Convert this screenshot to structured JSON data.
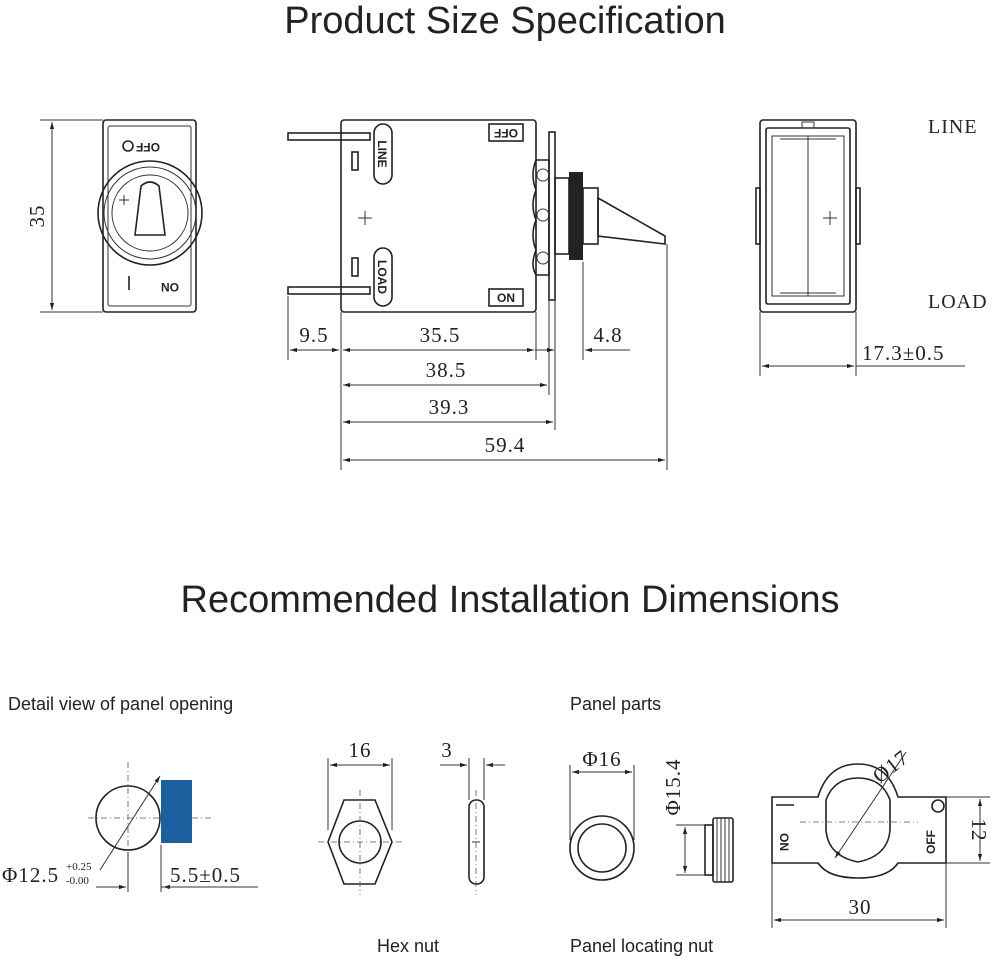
{
  "titles": {
    "product_size": "Product Size Specification",
    "installation": "Recommended Installation Dimensions"
  },
  "captions": {
    "panel_opening": "Detail view of panel opening",
    "panel_parts": "Panel parts",
    "hex_nut": "Hex nut",
    "locating_nut": "Panel locating nut"
  },
  "switch_labels": {
    "off": "OFF",
    "on": "ON",
    "line": "LINE",
    "load": "LOAD",
    "side_line": "LINE",
    "side_load": "LOAD"
  },
  "dimensions": {
    "height": "35",
    "terminal": "9.5",
    "body": "35.5",
    "stem": "4.8",
    "d385": "38.5",
    "d393": "39.3",
    "d594": "59.4",
    "width": "17.3±0.5",
    "opening_dia": "Φ12.5",
    "opening_tol_top": "+0.25",
    "opening_tol_bot": "-0.00",
    "flat": "5.5±0.5",
    "hex_width": "16",
    "hex_thick": "3",
    "loc_dia": "Φ16",
    "loc_height": "Φ15.4",
    "plate_dia": "Ø17",
    "plate_height": "12",
    "plate_width": "30"
  },
  "colors": {
    "line": "#222222",
    "panel_flat": "#1a5fa0"
  }
}
